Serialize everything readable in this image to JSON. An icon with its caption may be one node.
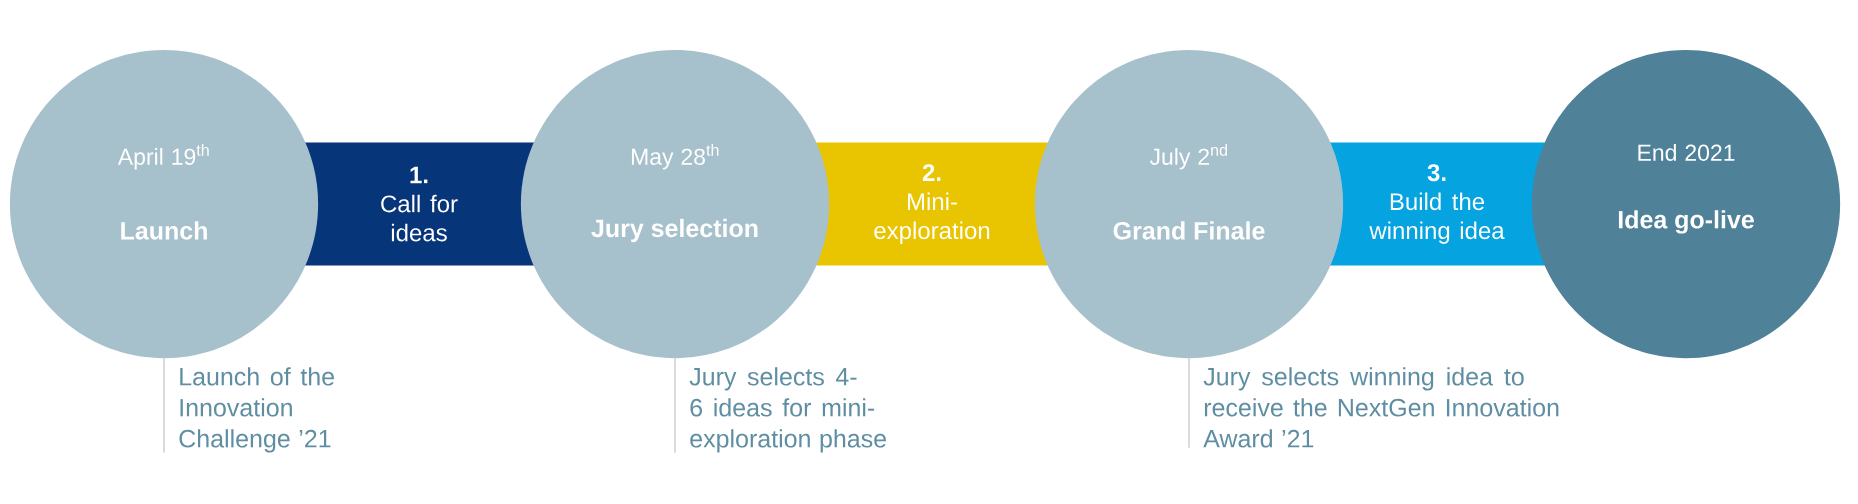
{
  "diagram": {
    "nodes": [
      {
        "text": [
          "April 19$^{th}$",
          "Launch"
        ]
      },
      {
        "text": [
          "1.",
          "Call for ideas"
        ]
      },
      {
        "text": [
          "May 28$^{th}$",
          "Jury selection"
        ]
      },
      {
        "text": [
          "2.",
          "Mini-exploration"
        ]
      },
      {
        "text": [
          "July 2$^{nd}$",
          "Grand Finale"
        ]
      },
      {
        "text": [
          "3.",
          "Build the winning idea"
        ]
      },
      {
        "text": [
          "End 2021",
          "Idea go-live"
        ]
      },
      {
        "text": [
          "Launch of the Innovation Challenge ’21"
        ]
      },
      {
        "text": [
          "Jury selects 4-6 ideas for mini-exploration phase"
        ]
      },
      {
        "text": [
          "Jury selects winning idea to receive the NextGen Innovation Award ’21"
        ]
      }
    ],
    "edges": [
      {
        "from": 7,
        "to": 0,
        "arrow": "none"
      },
      {
        "from": 8,
        "to": 2,
        "arrow": "none"
      },
      {
        "from": 9,
        "to": 4,
        "arrow": "none"
      }
    ]
  }
}
